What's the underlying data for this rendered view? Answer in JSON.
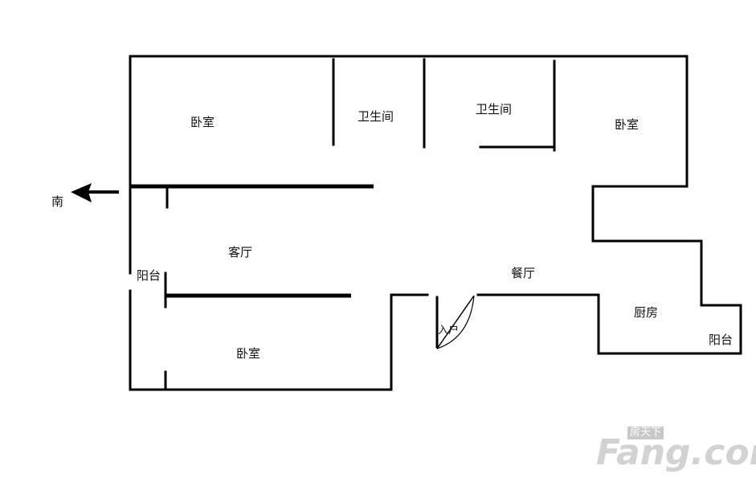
{
  "rooms": {
    "bedroom_top_left": "卧室",
    "bathroom_1": "卫生间",
    "bathroom_2": "卫生间",
    "bedroom_top_right": "卧室",
    "living_room": "客厅",
    "balcony_left": "阳台",
    "dining_room": "餐厅",
    "entrance": "入户",
    "kitchen": "厨房",
    "balcony_right": "阳台",
    "bedroom_bottom": "卧室"
  },
  "compass": {
    "label": "南"
  },
  "watermark": {
    "tag": "房天下",
    "brand": "Fang.com"
  },
  "colors": {
    "wall": "#000000",
    "background": "#ffffff",
    "watermark": "#cfcfcf"
  }
}
